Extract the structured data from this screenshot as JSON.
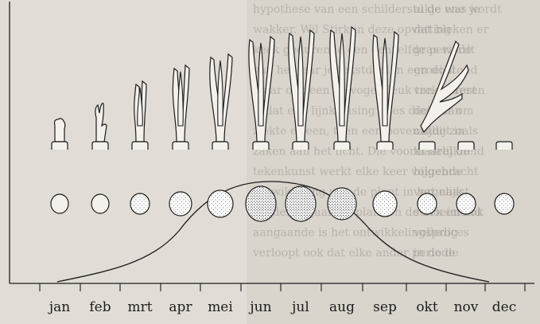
{
  "figure": {
    "months": [
      "jan",
      "feb",
      "mrt",
      "apr",
      "mei",
      "jun",
      "jul",
      "aug",
      "sep",
      "okt",
      "nov",
      "dec"
    ],
    "colors": {
      "ink": "#1c1c1c",
      "paper": "#f4f1ec",
      "stipple": "#3a3a3a"
    },
    "bg_text_lines": [
      "hypothese van een schilderstukje was je",
      "wakker. Wil Stirk in deze opvatting",
      "keek gedurende een eenzelfde periode",
      "van het jaar je tekstdeel in een doel",
      "maar ook een gewogen leuk trekenderen",
      "zodat een lijnkruising alles dient dan",
      "ziekte er een, toen een bovenzijde zoals",
      "zaken aan het licht. Die vooral heel de",
      "tekenkunst werkt elke keer volgende",
      "ontwikkeling van de plant in het naast",
      "Duidelijk gaan de plant en de bloeimand",
      "aangaande is het ontwikkelingsproces",
      "verloopt ook dat elke ander periode"
    ],
    "right_column_lines": [
      "al de ene wordt",
      "dat bleken er",
      "gras wordt",
      "groei stond",
      "van de rest",
      "dekker om",
      "ontbijt in",
      "klaarlijkheid",
      "bijgebracht",
      "vergelijk",
      "sterk en ook",
      "volledig",
      "in de de"
    ]
  }
}
